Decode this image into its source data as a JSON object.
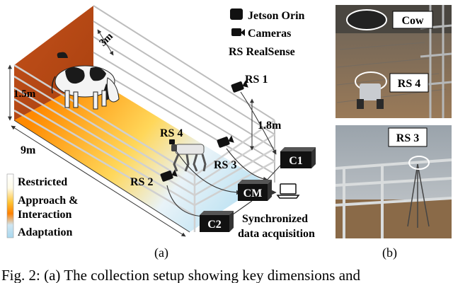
{
  "panel_a": {
    "legend": {
      "restricted": "Restricted",
      "approach_line1": "Approach &",
      "approach_line2": "Interaction",
      "adaptation": "Adaptation"
    },
    "dimensions": {
      "width": "3m",
      "height": "1.5m",
      "length": "9m",
      "camera_height": "1.8m"
    },
    "device_legend": {
      "jetson": "Jetson Orin",
      "cameras": "Cameras",
      "realsense": "RS RealSense"
    },
    "sensors": {
      "rs1": "RS 1",
      "rs2": "RS 2",
      "rs3": "RS 3",
      "rs4": "RS 4"
    },
    "nodes": {
      "c1": "C1",
      "c2": "C2",
      "cm": "CM"
    },
    "sync_line1": "Synchronized",
    "sync_line2": "data acquisition",
    "label": "(a)"
  },
  "panel_b": {
    "photo_top_tags": {
      "cow": "Cow",
      "rs4": "RS 4"
    },
    "photo_bottom_tags": {
      "rs3": "RS 3"
    },
    "label": "(b)"
  },
  "caption": "Fig. 2: (a) The collection setup showing key dimensions and"
}
